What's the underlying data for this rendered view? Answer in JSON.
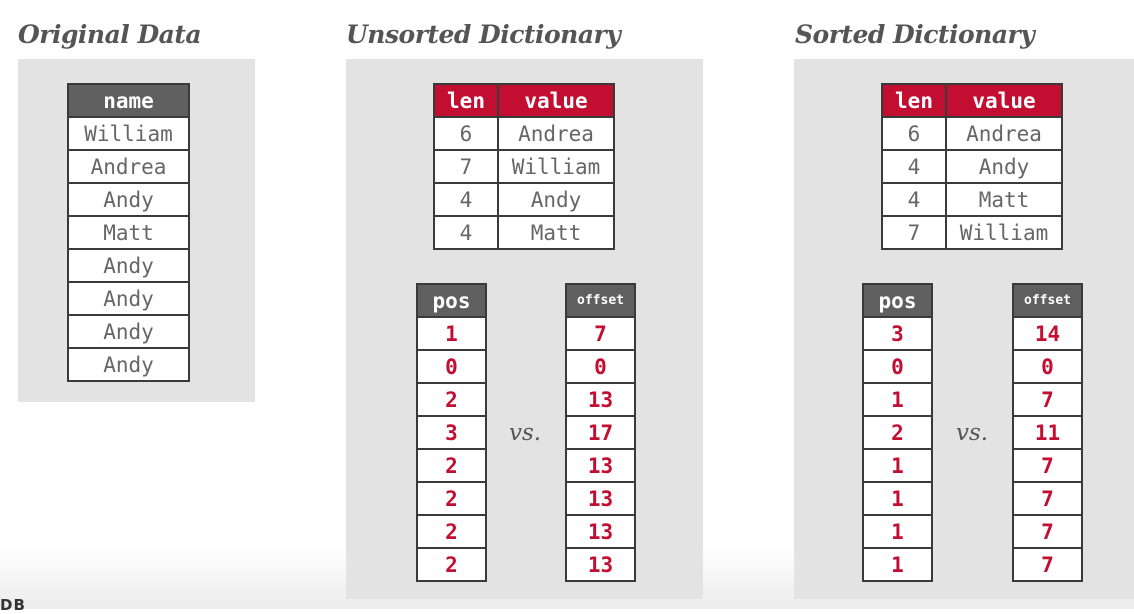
{
  "original": {
    "title": "Original Data",
    "header": "name",
    "rows": [
      "William",
      "Andrea",
      "Andy",
      "Matt",
      "Andy",
      "Andy",
      "Andy",
      "Andy"
    ]
  },
  "unsorted": {
    "title": "Unsorted Dictionary",
    "dict_headers": [
      "len",
      "value"
    ],
    "dict_rows": [
      [
        "6",
        "Andrea"
      ],
      [
        "7",
        "William"
      ],
      [
        "4",
        "Andy"
      ],
      [
        "4",
        "Matt"
      ]
    ],
    "pos_header": "pos",
    "offset_header": "offset",
    "vs_label": "vs.",
    "pos": [
      "1",
      "0",
      "2",
      "3",
      "2",
      "2",
      "2",
      "2"
    ],
    "offset": [
      "7",
      "0",
      "13",
      "17",
      "13",
      "13",
      "13",
      "13"
    ]
  },
  "sorted": {
    "title": "Sorted Dictionary",
    "dict_headers": [
      "len",
      "value"
    ],
    "dict_rows": [
      [
        "6",
        "Andrea"
      ],
      [
        "4",
        "Andy"
      ],
      [
        "4",
        "Matt"
      ],
      [
        "7",
        "William"
      ]
    ],
    "pos_header": "pos",
    "offset_header": "offset",
    "vs_label": "vs.",
    "pos": [
      "3",
      "0",
      "1",
      "2",
      "1",
      "1",
      "1",
      "1"
    ],
    "offset": [
      "14",
      "0",
      "7",
      "11",
      "7",
      "7",
      "7",
      "7"
    ]
  },
  "footer": {
    "mark": "DB"
  },
  "colors": {
    "header_red": "#c20e31",
    "header_gray": "#5f5f5f",
    "panel_gray": "#e3e3e3",
    "value_red": "#c20e31"
  }
}
